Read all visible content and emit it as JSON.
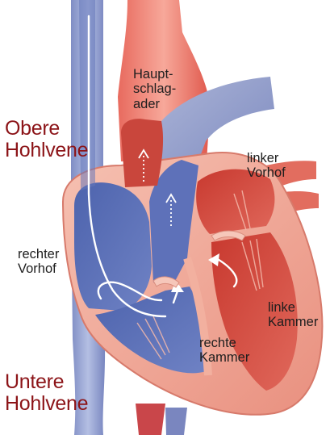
{
  "labels": {
    "aorta": [
      "Haupt-",
      "schlag-",
      "ader"
    ],
    "superior_vena_cava": [
      "Obere",
      "Hohlvene"
    ],
    "left_atrium": [
      "linker",
      "Vorhof"
    ],
    "right_atrium": [
      "rechter",
      "Vorhof"
    ],
    "left_ventricle": [
      "linke",
      "Kammer"
    ],
    "right_ventricle": [
      "rechte",
      "Kammer"
    ],
    "inferior_vena_cava": [
      "Untere",
      "Hohlvene"
    ]
  },
  "colors": {
    "vena_cava_blue": "#8a97c9",
    "deoxygenated_blue": "#5a70b8",
    "oxygenated_red": "#d9544a",
    "heart_wall_pink": "#f3b0a0",
    "heading_red": "#8c1418"
  }
}
